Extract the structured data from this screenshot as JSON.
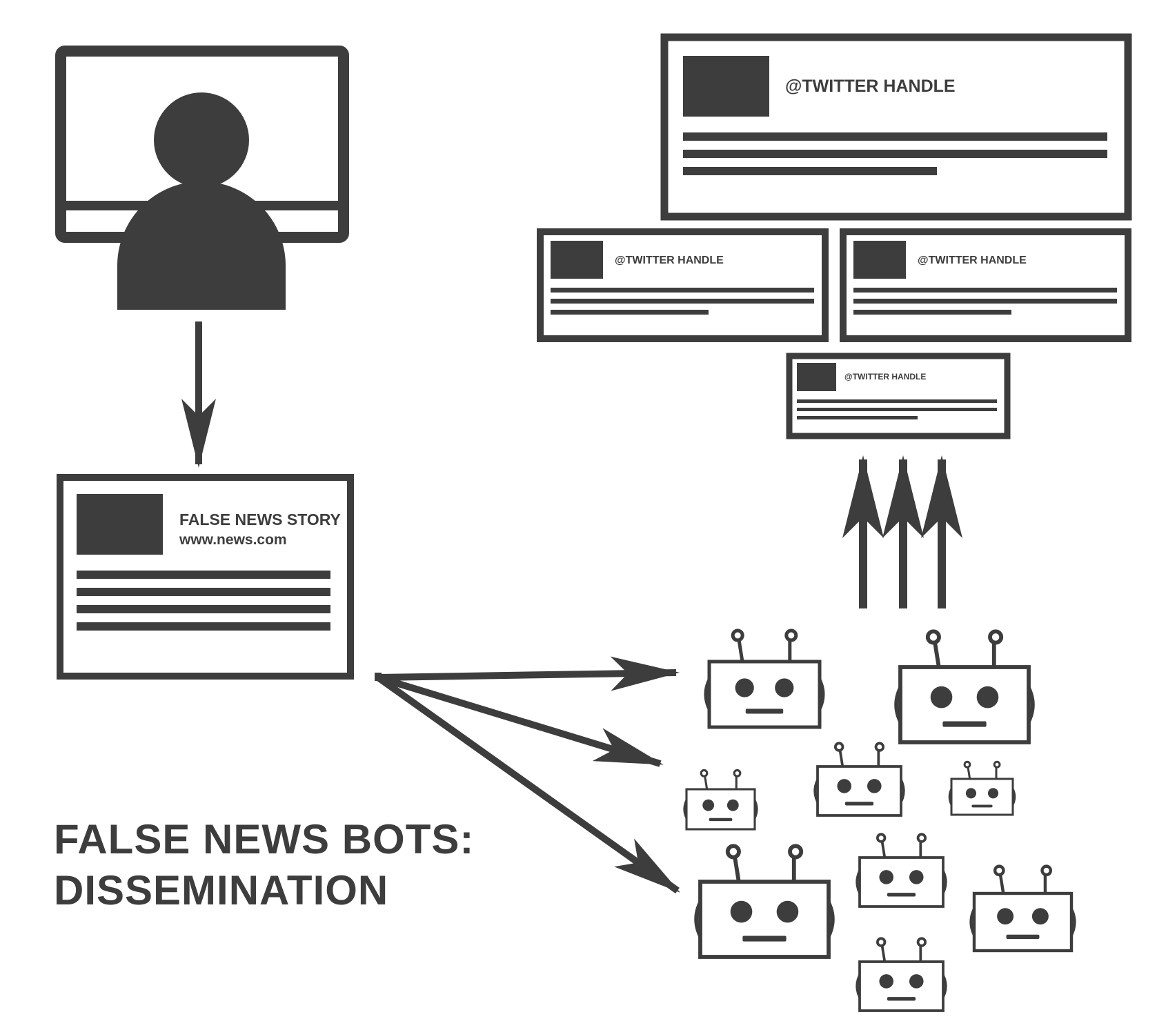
{
  "diagram": {
    "title_line1": "FALSE NEWS BOTS:",
    "title_line2": "DISSEMINATION",
    "news_card": {
      "headline": "FALSE NEWS STORY",
      "url": "www.news.com"
    },
    "tweets": [
      {
        "handle": "@TWITTER HANDLE"
      },
      {
        "handle": "@TWITTER HANDLE"
      },
      {
        "handle": "@TWITTER HANDLE"
      },
      {
        "handle": "@TWITTER HANDLE"
      }
    ],
    "icons": [
      "user-at-computer-icon",
      "news-article-icon",
      "tweet-card-icon",
      "robot-icon",
      "arrow-icon"
    ],
    "colors": {
      "ink": "#3d3d3d",
      "background": "#ffffff"
    }
  }
}
